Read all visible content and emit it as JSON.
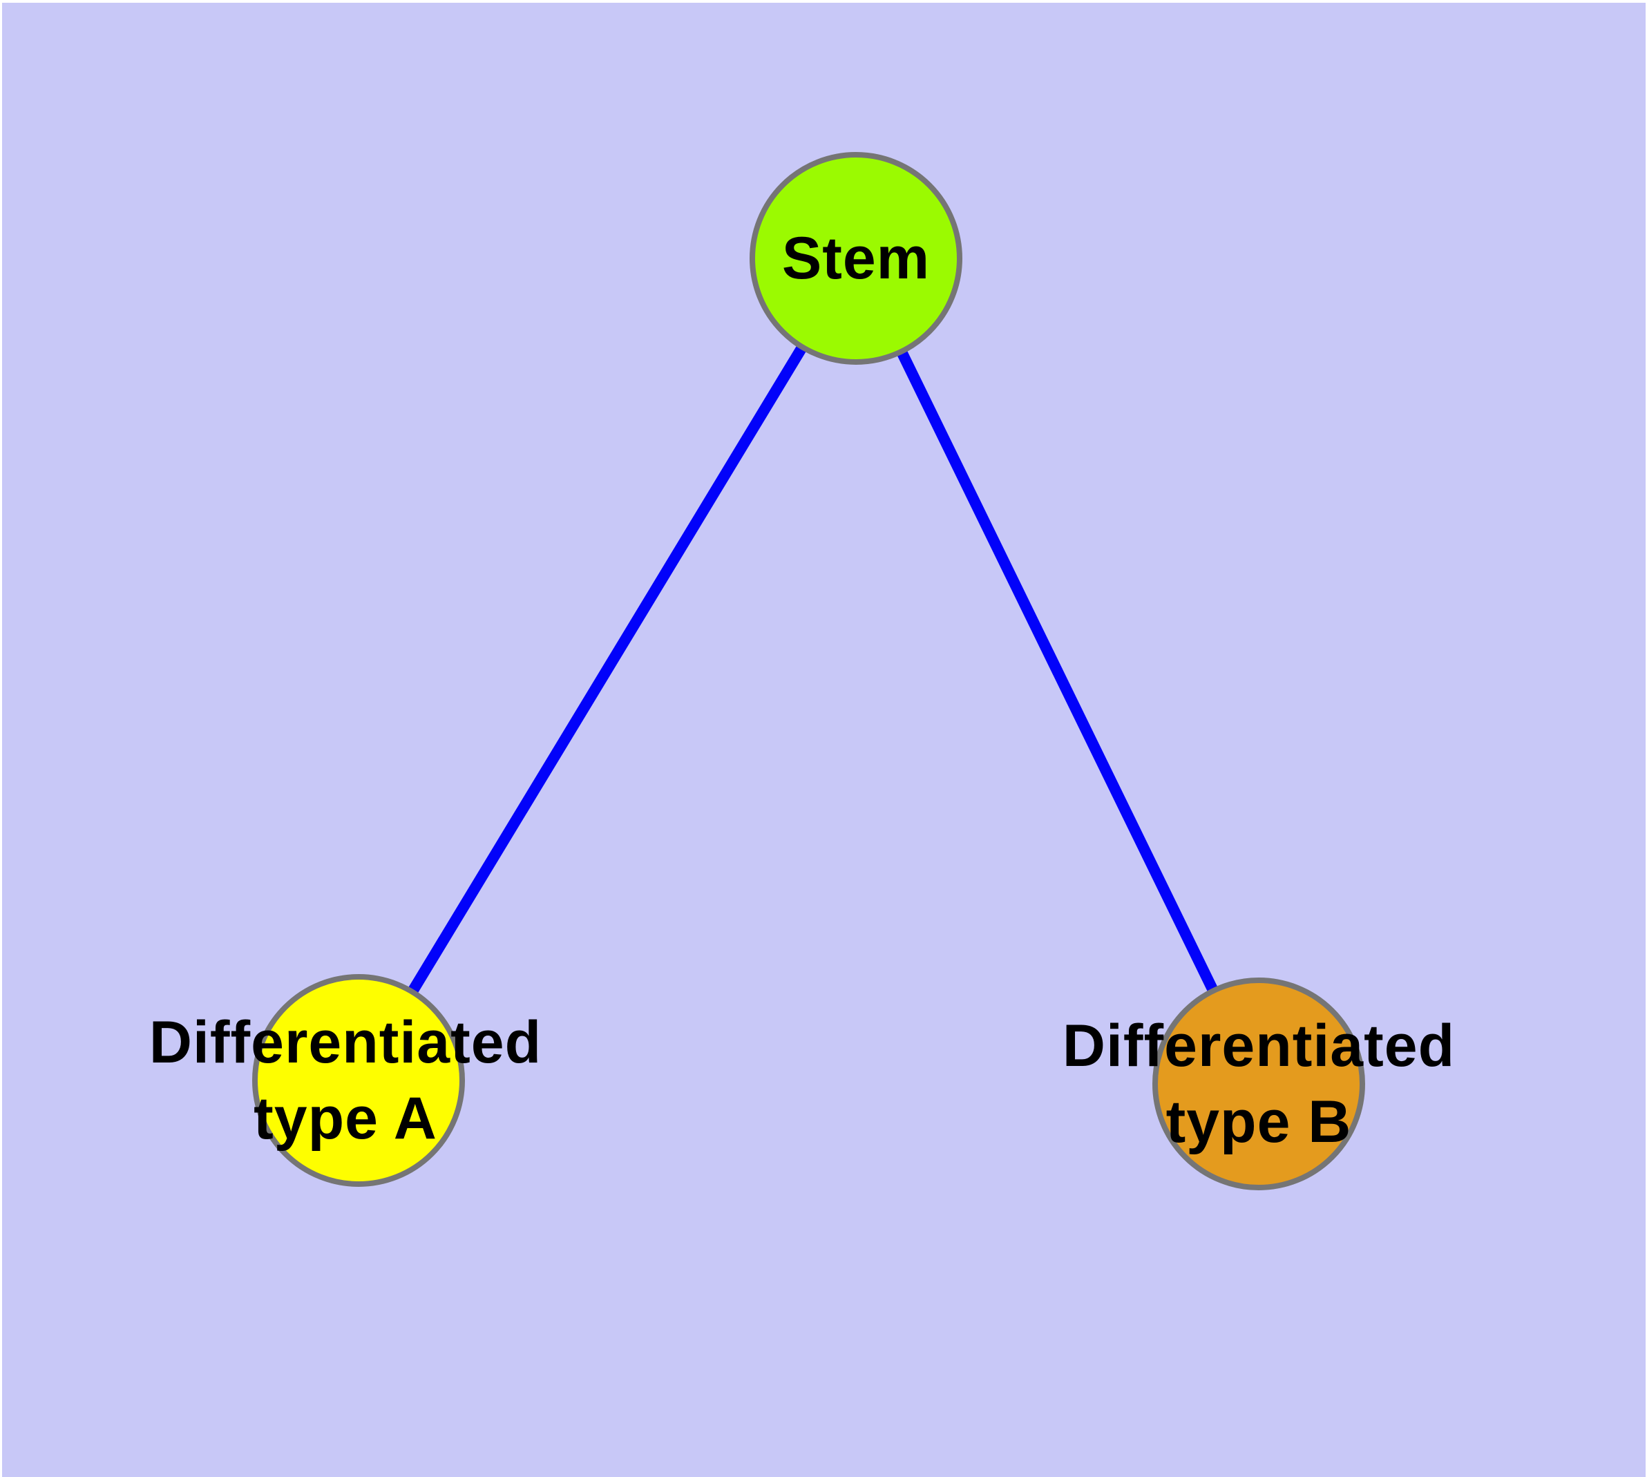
{
  "diagram": {
    "background_color": "#c8c8f7",
    "page_margin_color": "#ffffff",
    "edge_color": "#0202fa",
    "node_border_color": "#757575",
    "label_color": "#000000",
    "nodes": {
      "stem": {
        "label": "Stem",
        "fill": "#9bfa01"
      },
      "type_a": {
        "label_line1": "Differentiated",
        "label_line2": "type A",
        "fill": "#fefe00"
      },
      "type_b": {
        "label_line1": "Differentiated",
        "label_line2": "type B",
        "fill": "#e49b1e"
      }
    },
    "edges": [
      {
        "from": "Stem",
        "to": "Differentiated type A"
      },
      {
        "from": "Stem",
        "to": "Differentiated type B"
      }
    ]
  }
}
